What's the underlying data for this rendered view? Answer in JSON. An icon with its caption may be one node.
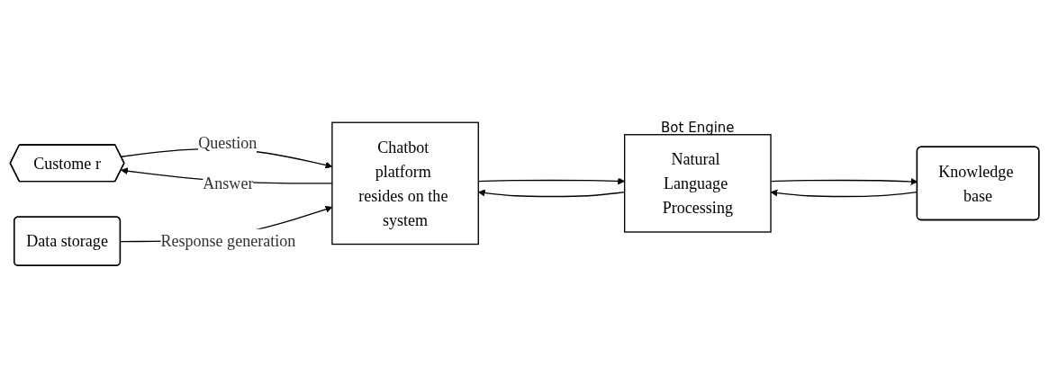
{
  "diagram": {
    "nodes": [
      {
        "text": [
          "Custome r"
        ]
      },
      {
        "text": [
          "Chatbot platform resides on the system"
        ]
      },
      {
        "text": [
          "Natural Language Processing"
        ],
        "beside": [
          "Bot Engine"
        ]
      },
      {
        "text": [
          "Knowledge base"
        ]
      },
      {
        "text": [
          "Data storage"
        ]
      }
    ],
    "edges": [
      {
        "from": 0,
        "to": 1,
        "arrow": "to",
        "label": "Question"
      },
      {
        "from": 1,
        "to": 0,
        "arrow": "to",
        "label": "Answer"
      },
      {
        "from": 1,
        "to": 2,
        "arrow": "to"
      },
      {
        "from": 2,
        "to": 1,
        "arrow": "to"
      },
      {
        "from": 2,
        "to": 3,
        "arrow": "to"
      },
      {
        "from": 3,
        "to": 2,
        "arrow": "to"
      },
      {
        "from": 4,
        "to": 1,
        "arrow": "to",
        "label": "Response generation"
      }
    ]
  }
}
